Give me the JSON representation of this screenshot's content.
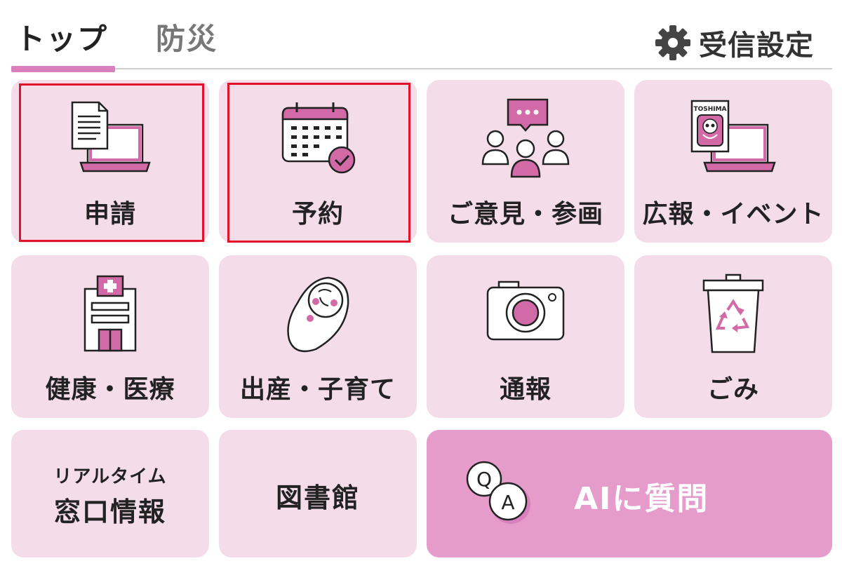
{
  "tabs": [
    {
      "label": "トップ",
      "active": true
    },
    {
      "label": "防災",
      "active": false
    }
  ],
  "settings": {
    "label": "受信設定",
    "icon": "gear-icon"
  },
  "tiles": {
    "application": {
      "label": "申請",
      "icon": "document-laptop-icon"
    },
    "reservation": {
      "label": "予約",
      "icon": "calendar-check-icon"
    },
    "opinion": {
      "label": "ご意見・参画",
      "icon": "people-chat-icon"
    },
    "pr_event": {
      "label": "広報・イベント",
      "icon": "newsletter-laptop-icon"
    },
    "health": {
      "label": "健康・医療",
      "icon": "hospital-icon"
    },
    "childbirth": {
      "label": "出産・子育て",
      "icon": "baby-icon"
    },
    "report": {
      "label": "通報",
      "icon": "camera-icon"
    },
    "garbage": {
      "label": "ごみ",
      "icon": "recycle-bin-icon"
    },
    "realtime": {
      "sub": "リアルタイム",
      "label": "窓口情報"
    },
    "library": {
      "label": "図書館"
    },
    "ai": {
      "label": "AIに質問",
      "icon": "qa-bubbles-icon",
      "q": "Q",
      "a": "A"
    }
  },
  "newsletter_text": "TOSHIMA",
  "colors": {
    "tile_bg": "#f4dde9",
    "accent": "#d97fbd",
    "ai_bg": "#e59ccb",
    "icon_pink": "#d26aa8",
    "highlight": "#e1132c"
  }
}
